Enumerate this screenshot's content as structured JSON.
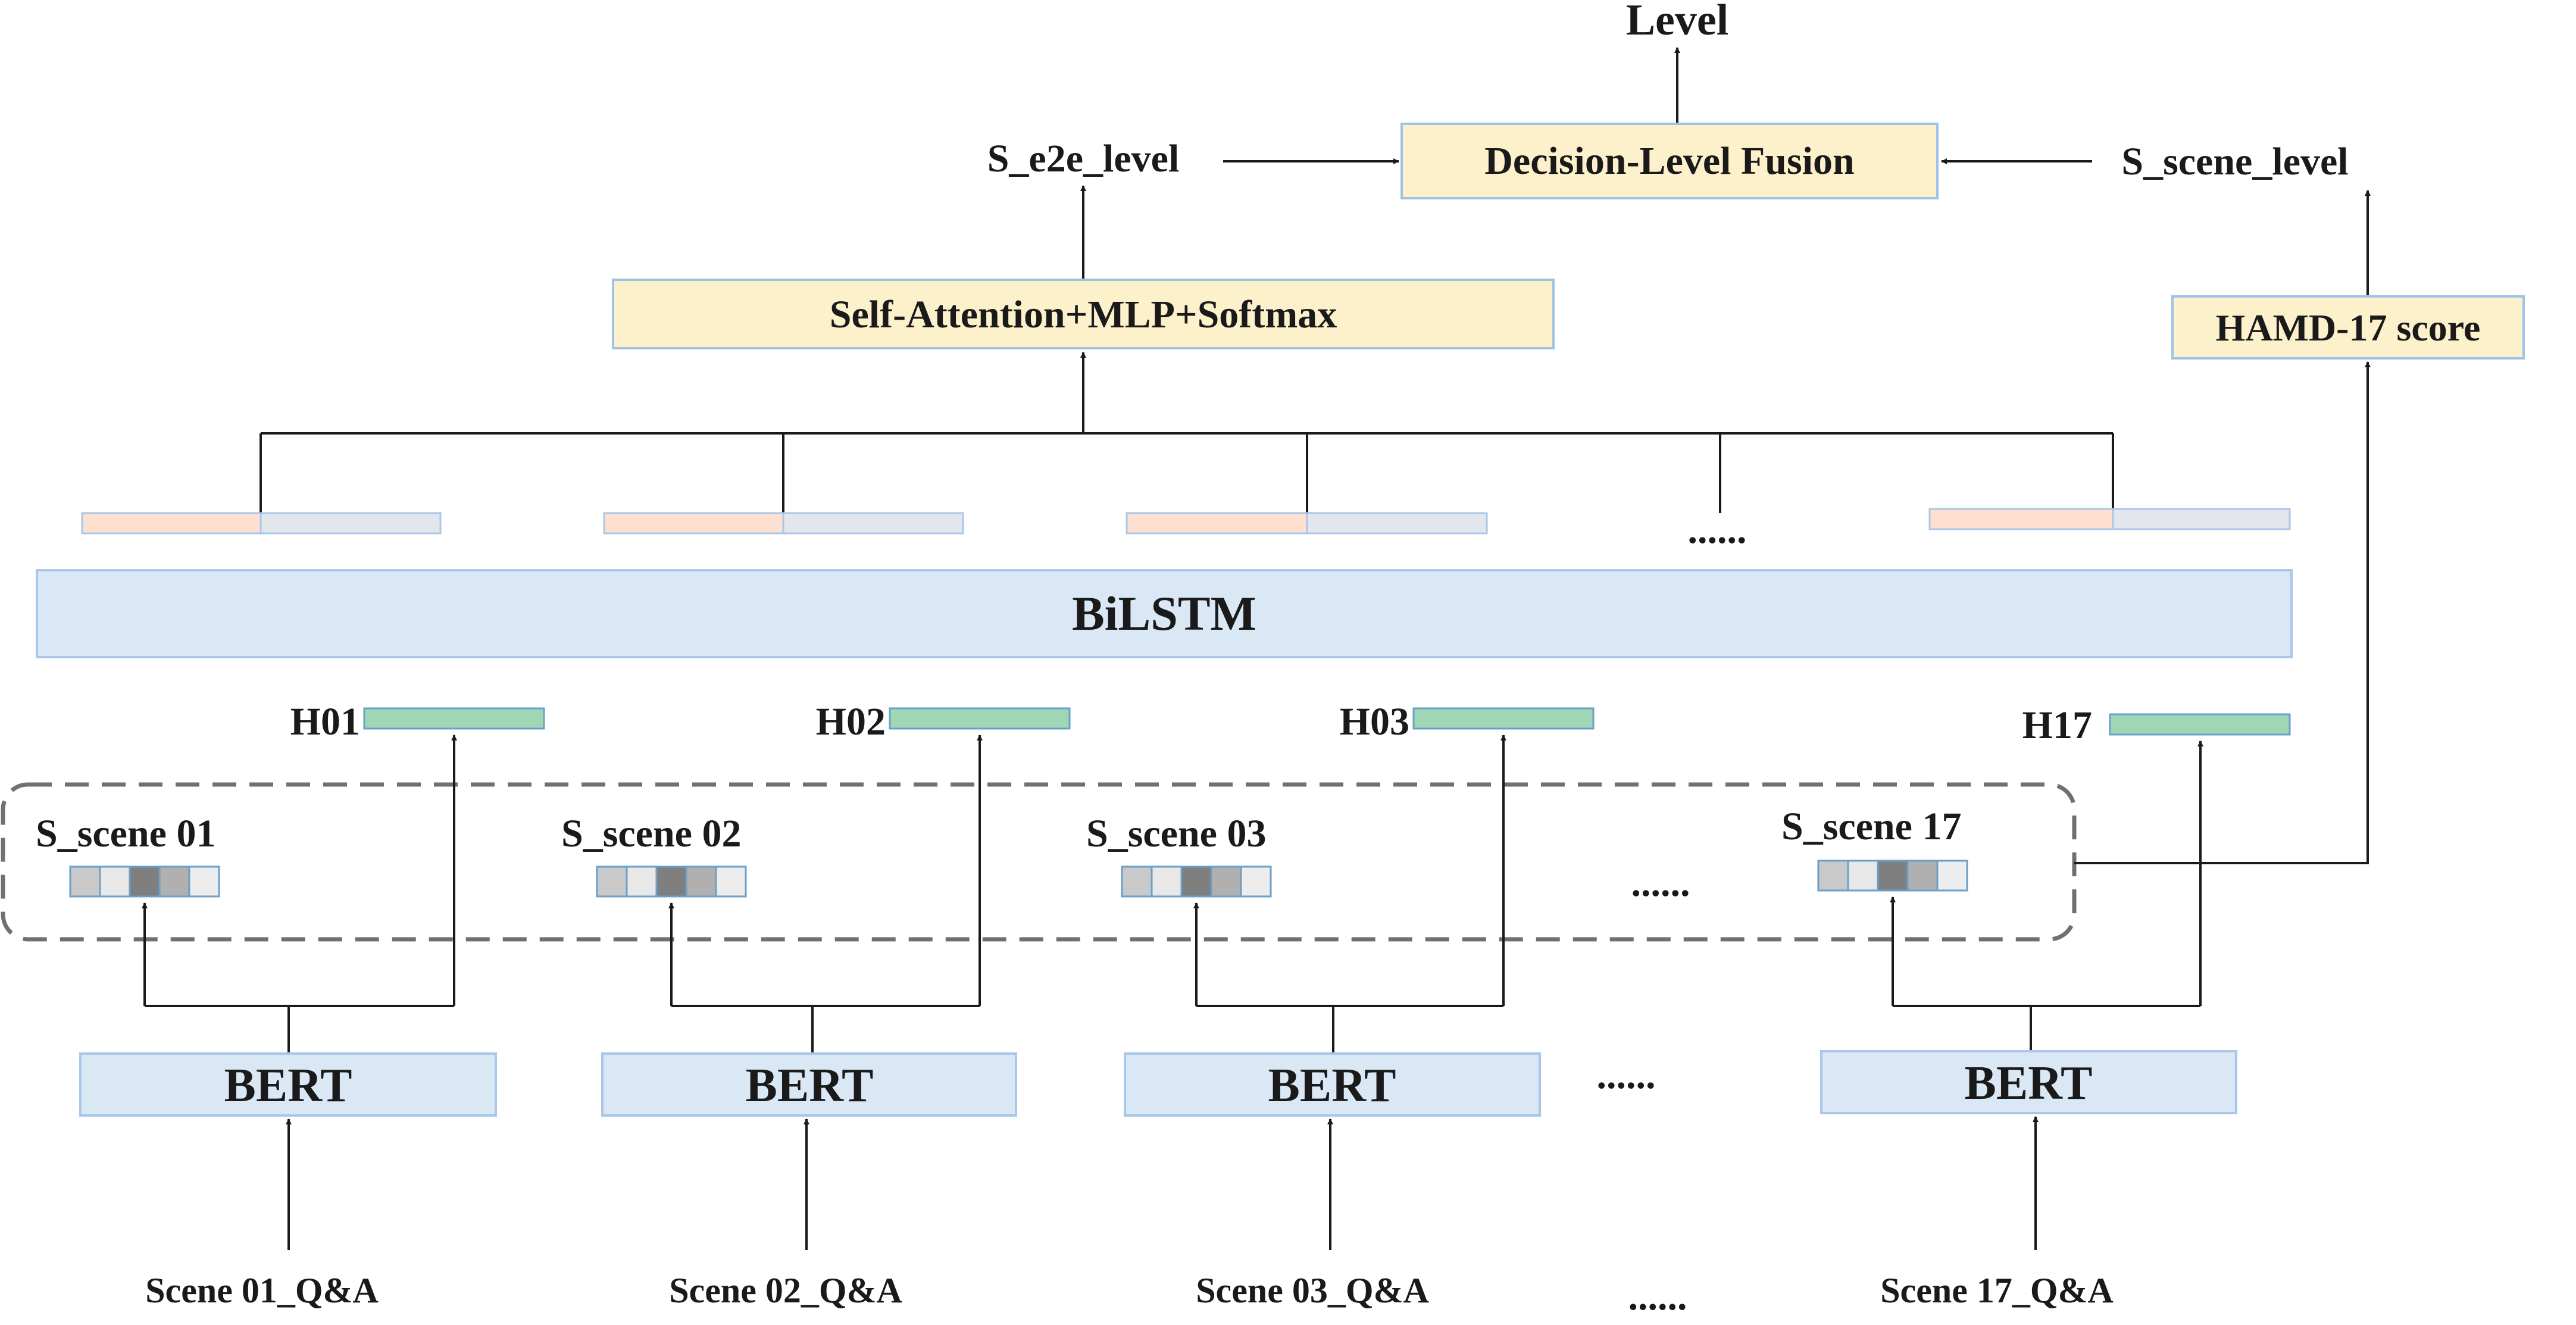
{
  "colors": {
    "yellow_box_fill": "#fdf1cc",
    "yellow_box_stroke": "#9dc3e6",
    "blue_box_fill": "#dae8f6",
    "blue_box_stroke": "#a9c7e8",
    "green_bar": "#9fd6b4",
    "orange_seg": "#fde0cf",
    "grey_seg": "#e3e7ec",
    "cell_light": "#e0e0e0",
    "cell_mid": "#b0b0b0",
    "cell_dark": "#7f7f7f",
    "dashed": "#707070",
    "line": "#1a1a1a"
  },
  "top": {
    "level": "Level",
    "fusion": "Decision-Level Fusion",
    "s_e2e_level": "S_e2e_level",
    "s_scene_level": "S_scene_level",
    "self_attention": "Self-Attention+MLP+Softmax",
    "hamd": "HAMD-17 score"
  },
  "bilstm": "BiLSTM",
  "ellipsis": "......",
  "columns": [
    {
      "hidden": "H01",
      "scene_score": "S_scene 01",
      "encoder": "BERT",
      "input": "Scene 01_Q&A"
    },
    {
      "hidden": "H02",
      "scene_score": "S_scene 02",
      "encoder": "BERT",
      "input": "Scene 02_Q&A"
    },
    {
      "hidden": "H03",
      "scene_score": "S_scene 03",
      "encoder": "BERT",
      "input": "Scene 03_Q&A"
    },
    {
      "hidden": "H17",
      "scene_score": "S_scene 17",
      "encoder": "BERT",
      "input": "Scene 17_Q&A"
    }
  ]
}
